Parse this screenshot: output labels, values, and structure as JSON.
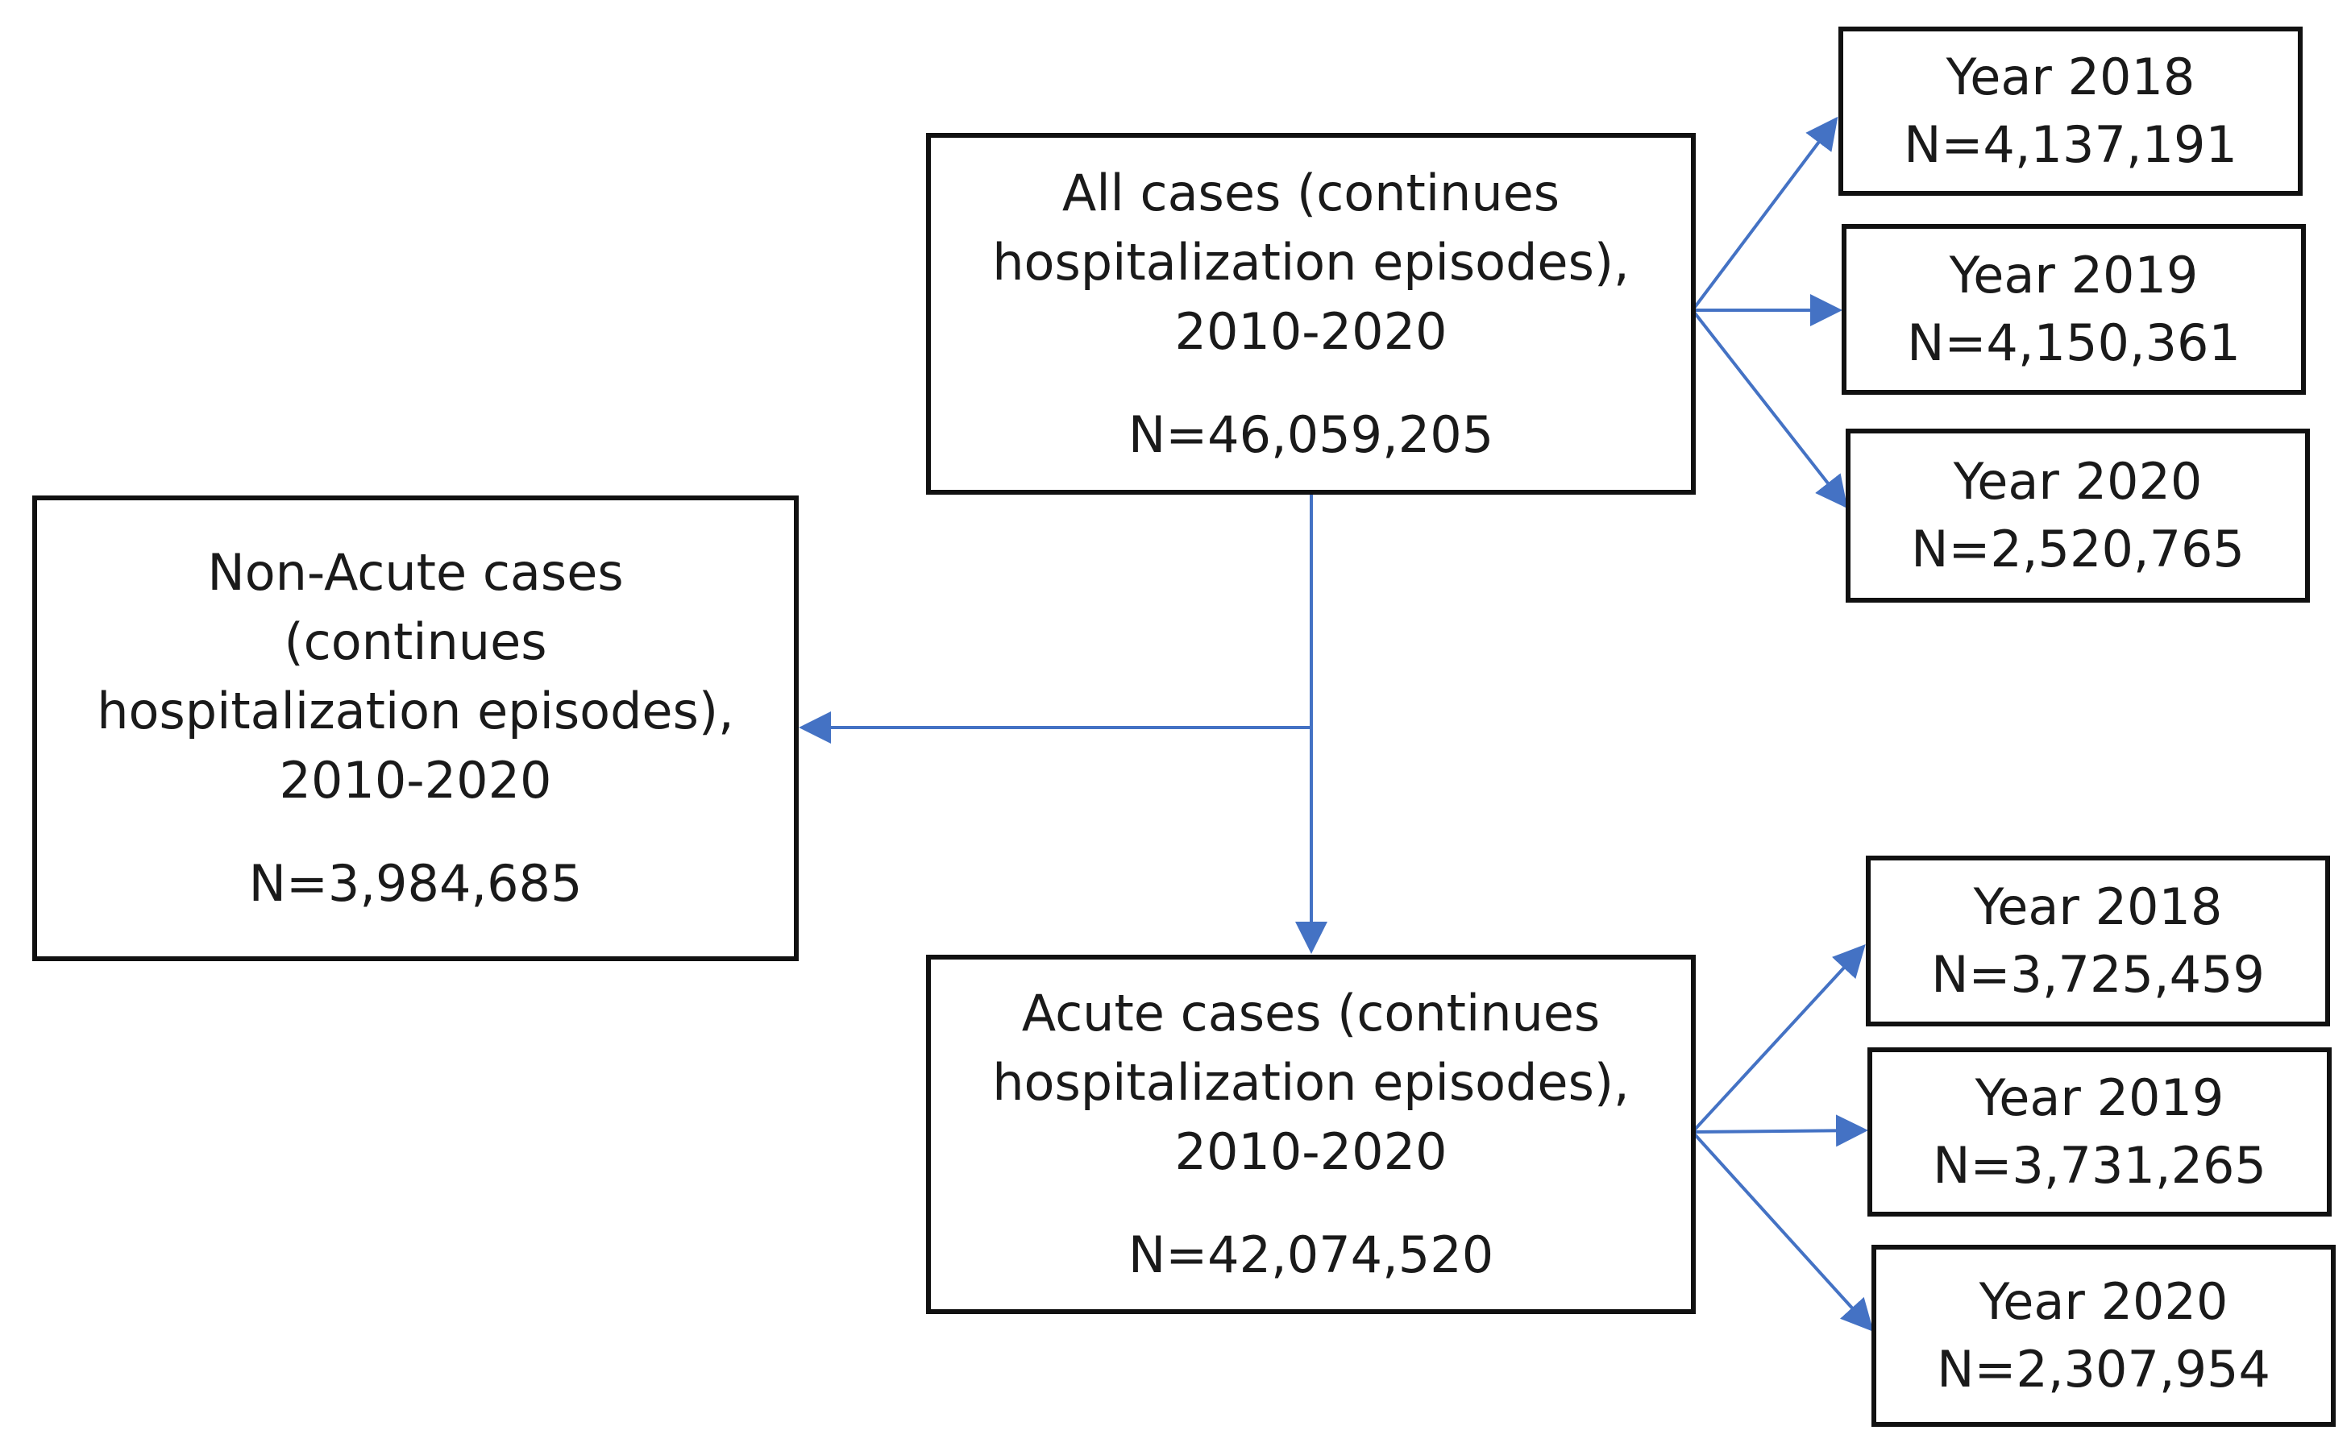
{
  "colors": {
    "border": "#111111",
    "arrow": "#4472C4",
    "text": "#1a1a1a"
  },
  "all_cases": {
    "lines": [
      "All cases (continues",
      "hospitalization episodes),",
      "2010-2020"
    ],
    "n": "N=46,059,205",
    "years": [
      {
        "label": "Year 2018",
        "n": "N=4,137,191"
      },
      {
        "label": "Year 2019",
        "n": "N=4,150,361"
      },
      {
        "label": "Year 2020",
        "n": "N=2,520,765"
      }
    ]
  },
  "non_acute": {
    "lines": [
      "Non-Acute cases",
      "(continues",
      "hospitalization episodes),",
      "2010-2020"
    ],
    "n": "N=3,984,685"
  },
  "acute": {
    "lines": [
      "Acute cases (continues",
      "hospitalization episodes),",
      "2010-2020"
    ],
    "n": "N=42,074,520",
    "years": [
      {
        "label": "Year 2018",
        "n": "N=3,725,459"
      },
      {
        "label": "Year 2019",
        "n": "N=3,731,265"
      },
      {
        "label": "Year 2020",
        "n": "N=2,307,954"
      }
    ]
  }
}
